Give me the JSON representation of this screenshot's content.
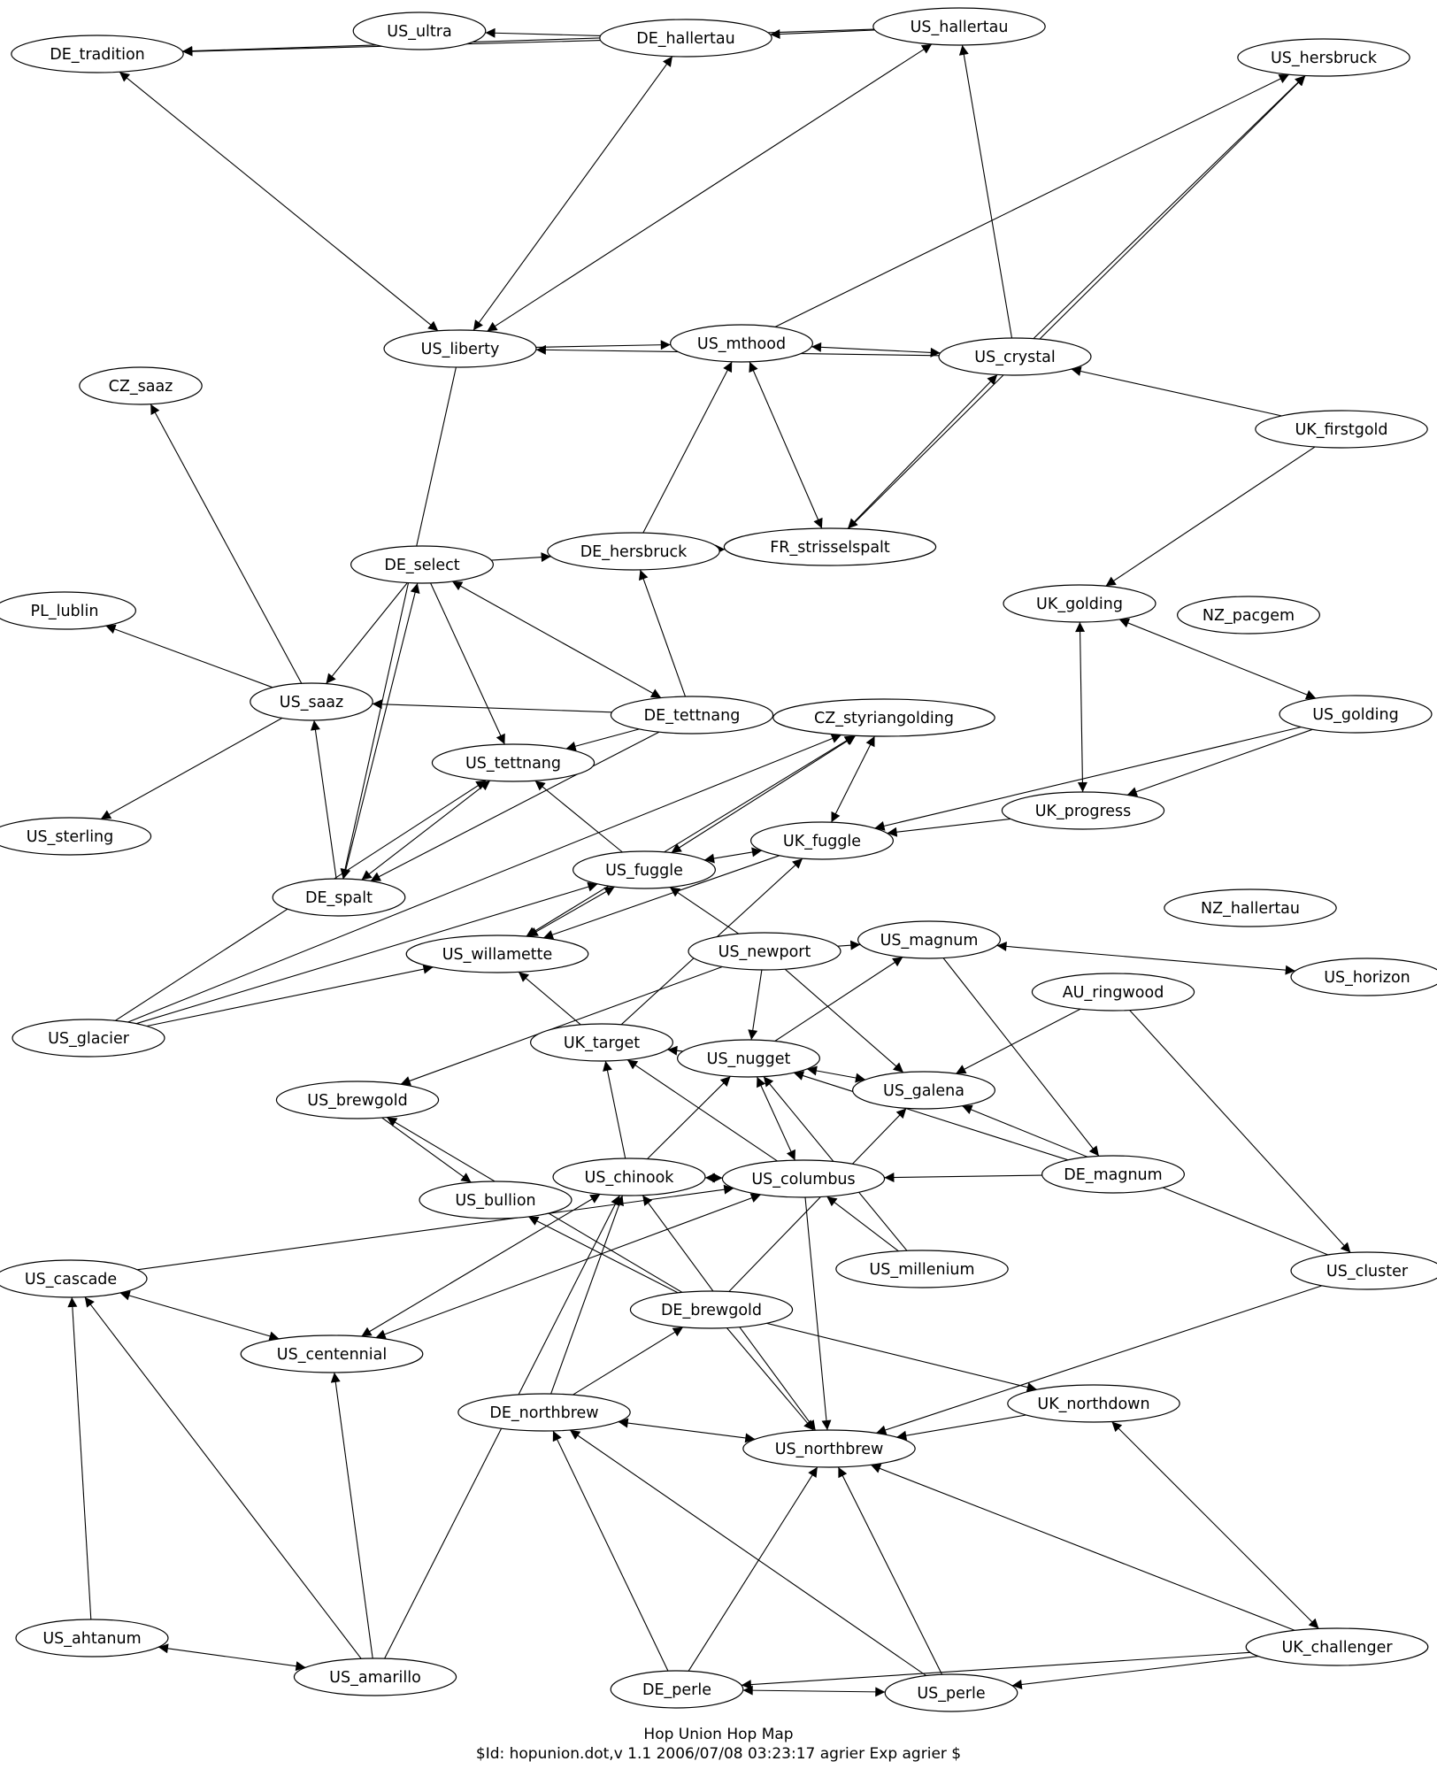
{
  "diagram": {
    "title": "Hop Union Hop Map",
    "subtitle": "$Id: hopunion.dot,v 1.1 2006/07/08 03:23:17 agrier Exp agrier $",
    "nodes": [
      {
        "id": "US_ultra",
        "label": "US_ultra"
      },
      {
        "id": "DE_hallertau",
        "label": "DE_hallertau"
      },
      {
        "id": "US_hallertau",
        "label": "US_hallertau"
      },
      {
        "id": "DE_tradition",
        "label": "DE_tradition"
      },
      {
        "id": "US_hersbruck",
        "label": "US_hersbruck"
      },
      {
        "id": "US_liberty",
        "label": "US_liberty"
      },
      {
        "id": "US_mthood",
        "label": "US_mthood"
      },
      {
        "id": "US_crystal",
        "label": "US_crystal"
      },
      {
        "id": "CZ_saaz",
        "label": "CZ_saaz"
      },
      {
        "id": "UK_firstgold",
        "label": "UK_firstgold"
      },
      {
        "id": "DE_select",
        "label": "DE_select"
      },
      {
        "id": "DE_hersbruck",
        "label": "DE_hersbruck"
      },
      {
        "id": "FR_strisselspalt",
        "label": "FR_strisselspalt"
      },
      {
        "id": "PL_lublin",
        "label": "PL_lublin"
      },
      {
        "id": "UK_golding",
        "label": "UK_golding"
      },
      {
        "id": "NZ_pacgem",
        "label": "NZ_pacgem"
      },
      {
        "id": "US_saaz",
        "label": "US_saaz"
      },
      {
        "id": "DE_tettnang",
        "label": "DE_tettnang"
      },
      {
        "id": "CZ_styriangolding",
        "label": "CZ_styriangolding"
      },
      {
        "id": "US_golding",
        "label": "US_golding"
      },
      {
        "id": "US_tettnang",
        "label": "US_tettnang"
      },
      {
        "id": "US_sterling",
        "label": "US_sterling"
      },
      {
        "id": "UK_progress",
        "label": "UK_progress"
      },
      {
        "id": "UK_fuggle",
        "label": "UK_fuggle"
      },
      {
        "id": "US_fuggle",
        "label": "US_fuggle"
      },
      {
        "id": "DE_spalt",
        "label": "DE_spalt"
      },
      {
        "id": "NZ_hallertau",
        "label": "NZ_hallertau"
      },
      {
        "id": "US_magnum",
        "label": "US_magnum"
      },
      {
        "id": "US_newport",
        "label": "US_newport"
      },
      {
        "id": "US_willamette",
        "label": "US_willamette"
      },
      {
        "id": "US_horizon",
        "label": "US_horizon"
      },
      {
        "id": "AU_ringwood",
        "label": "AU_ringwood"
      },
      {
        "id": "US_glacier",
        "label": "US_glacier"
      },
      {
        "id": "UK_target",
        "label": "UK_target"
      },
      {
        "id": "US_nugget",
        "label": "US_nugget"
      },
      {
        "id": "US_galena",
        "label": "US_galena"
      },
      {
        "id": "US_brewgold",
        "label": "US_brewgold"
      },
      {
        "id": "US_chinook",
        "label": "US_chinook"
      },
      {
        "id": "US_columbus",
        "label": "US_columbus"
      },
      {
        "id": "DE_magnum",
        "label": "DE_magnum"
      },
      {
        "id": "US_bullion",
        "label": "US_bullion"
      },
      {
        "id": "US_millenium",
        "label": "US_millenium"
      },
      {
        "id": "US_cascade",
        "label": "US_cascade"
      },
      {
        "id": "US_cluster",
        "label": "US_cluster"
      },
      {
        "id": "DE_brewgold",
        "label": "DE_brewgold"
      },
      {
        "id": "US_centennial",
        "label": "US_centennial"
      },
      {
        "id": "UK_northdown",
        "label": "UK_northdown"
      },
      {
        "id": "DE_northbrew",
        "label": "DE_northbrew"
      },
      {
        "id": "US_northbrew",
        "label": "US_northbrew"
      },
      {
        "id": "US_ahtanum",
        "label": "US_ahtanum"
      },
      {
        "id": "UK_challenger",
        "label": "UK_challenger"
      },
      {
        "id": "US_amarillo",
        "label": "US_amarillo"
      },
      {
        "id": "DE_perle",
        "label": "DE_perle"
      },
      {
        "id": "US_perle",
        "label": "US_perle"
      }
    ],
    "edges": [
      {
        "from": "DE_hallertau",
        "to": "US_ultra"
      },
      {
        "from": "DE_hallertau",
        "to": "DE_tradition"
      },
      {
        "from": "US_hallertau",
        "to": "DE_hallertau"
      },
      {
        "from": "US_hallertau",
        "to": "DE_tradition"
      },
      {
        "from": "DE_tradition",
        "to": "US_liberty",
        "bidirectional": true
      },
      {
        "from": "DE_hallertau",
        "to": "US_liberty",
        "bidirectional": true
      },
      {
        "from": "US_hallertau",
        "to": "US_liberty",
        "bidirectional": true
      },
      {
        "from": "US_liberty",
        "to": "US_mthood"
      },
      {
        "from": "US_crystal",
        "to": "US_liberty"
      },
      {
        "from": "US_mthood",
        "to": "US_crystal",
        "bidirectional": true
      },
      {
        "from": "US_mthood",
        "to": "US_hersbruck"
      },
      {
        "from": "US_crystal",
        "to": "US_hallertau"
      },
      {
        "from": "US_crystal",
        "to": "US_hersbruck"
      },
      {
        "from": "FR_strisselspalt",
        "to": "US_hersbruck"
      },
      {
        "from": "UK_firstgold",
        "to": "US_crystal"
      },
      {
        "from": "UK_firstgold",
        "to": "UK_golding"
      },
      {
        "from": "US_mthood",
        "to": "FR_strisselspalt",
        "bidirectional": true
      },
      {
        "from": "US_crystal",
        "to": "FR_strisselspalt",
        "bidirectional": true
      },
      {
        "from": "DE_hersbruck",
        "to": "US_mthood"
      },
      {
        "from": "DE_hersbruck",
        "to": "FR_strisselspalt"
      },
      {
        "from": "DE_select",
        "to": "DE_hersbruck"
      },
      {
        "from": "DE_tettnang",
        "to": "DE_hersbruck"
      },
      {
        "from": "DE_select",
        "to": "DE_tettnang",
        "bidirectional": true
      },
      {
        "from": "DE_select",
        "to": "US_saaz"
      },
      {
        "from": "DE_select",
        "to": "US_tettnang"
      },
      {
        "from": "US_liberty",
        "to": "DE_spalt"
      },
      {
        "from": "DE_spalt",
        "to": "DE_select",
        "bidirectional": true
      },
      {
        "from": "US_saaz",
        "to": "CZ_saaz"
      },
      {
        "from": "US_saaz",
        "to": "PL_lublin"
      },
      {
        "from": "US_saaz",
        "to": "US_sterling"
      },
      {
        "from": "DE_spalt",
        "to": "US_saaz"
      },
      {
        "from": "DE_tettnang",
        "to": "US_saaz"
      },
      {
        "from": "DE_tettnang",
        "to": "US_tettnang"
      },
      {
        "from": "DE_tettnang",
        "to": "DE_spalt"
      },
      {
        "from": "US_tettnang",
        "to": "DE_spalt",
        "bidirectional": true
      },
      {
        "from": "US_fuggle",
        "to": "US_tettnang"
      },
      {
        "from": "UK_golding",
        "to": "US_golding",
        "bidirectional": true
      },
      {
        "from": "UK_golding",
        "to": "UK_progress",
        "bidirectional": true
      },
      {
        "from": "US_golding",
        "to": "UK_progress"
      },
      {
        "from": "US_golding",
        "to": "UK_fuggle"
      },
      {
        "from": "UK_progress",
        "to": "UK_fuggle"
      },
      {
        "from": "CZ_styriangolding",
        "to": "UK_fuggle",
        "bidirectional": true
      },
      {
        "from": "CZ_styriangolding",
        "to": "US_fuggle",
        "bidirectional": true
      },
      {
        "from": "CZ_styriangolding",
        "to": "US_willamette",
        "bidirectional": true
      },
      {
        "from": "UK_fuggle",
        "to": "US_fuggle",
        "bidirectional": true
      },
      {
        "from": "US_fuggle",
        "to": "US_willamette",
        "bidirectional": true
      },
      {
        "from": "UK_fuggle",
        "to": "US_willamette"
      },
      {
        "from": "US_newport",
        "to": "US_fuggle"
      },
      {
        "from": "US_newport",
        "to": "US_magnum"
      },
      {
        "from": "US_magnum",
        "to": "US_horizon",
        "bidirectional": true
      },
      {
        "from": "US_glacier",
        "to": "US_tettnang"
      },
      {
        "from": "US_glacier",
        "to": "US_fuggle"
      },
      {
        "from": "US_glacier",
        "to": "US_willamette"
      },
      {
        "from": "US_glacier",
        "to": "CZ_styriangolding"
      },
      {
        "from": "UK_target",
        "to": "US_willamette"
      },
      {
        "from": "UK_target",
        "to": "UK_fuggle"
      },
      {
        "from": "US_nugget",
        "to": "UK_target"
      },
      {
        "from": "US_newport",
        "to": "US_nugget"
      },
      {
        "from": "US_newport",
        "to": "US_galena"
      },
      {
        "from": "US_newport",
        "to": "US_brewgold"
      },
      {
        "from": "US_nugget",
        "to": "US_magnum"
      },
      {
        "from": "US_nugget",
        "to": "US_galena",
        "bidirectional": true
      },
      {
        "from": "AU_ringwood",
        "to": "US_galena"
      },
      {
        "from": "AU_ringwood",
        "to": "US_cluster"
      },
      {
        "from": "US_magnum",
        "to": "DE_magnum"
      },
      {
        "from": "DE_magnum",
        "to": "US_nugget"
      },
      {
        "from": "DE_magnum",
        "to": "US_columbus"
      },
      {
        "from": "US_nugget",
        "to": "US_columbus",
        "bidirectional": true
      },
      {
        "from": "US_chinook",
        "to": "UK_target"
      },
      {
        "from": "US_chinook",
        "to": "US_nugget"
      },
      {
        "from": "US_columbus",
        "to": "UK_target"
      },
      {
        "from": "US_chinook",
        "to": "US_columbus",
        "bidirectional": true
      },
      {
        "from": "US_brewgold",
        "to": "US_bullion"
      },
      {
        "from": "DE_brewgold",
        "to": "US_brewgold"
      },
      {
        "from": "DE_brewgold",
        "to": "US_bullion"
      },
      {
        "from": "DE_brewgold",
        "to": "US_galena"
      },
      {
        "from": "US_millenium",
        "to": "US_columbus"
      },
      {
        "from": "US_millenium",
        "to": "US_nugget"
      },
      {
        "from": "US_cluster",
        "to": "US_galena"
      },
      {
        "from": "US_cascade",
        "to": "US_columbus"
      },
      {
        "from": "US_cascade",
        "to": "US_centennial",
        "bidirectional": true
      },
      {
        "from": "US_chinook",
        "to": "US_centennial",
        "bidirectional": true
      },
      {
        "from": "US_columbus",
        "to": "US_centennial",
        "bidirectional": true
      },
      {
        "from": "US_chinook",
        "to": "US_northbrew",
        "bidirectional": true
      },
      {
        "from": "US_columbus",
        "to": "US_northbrew"
      },
      {
        "from": "DE_brewgold",
        "to": "US_northbrew"
      },
      {
        "from": "DE_brewgold",
        "to": "UK_northdown"
      },
      {
        "from": "DE_northbrew",
        "to": "DE_brewgold"
      },
      {
        "from": "DE_northbrew",
        "to": "US_chinook"
      },
      {
        "from": "DE_northbrew",
        "to": "US_northbrew",
        "bidirectional": true
      },
      {
        "from": "UK_northdown",
        "to": "US_northbrew"
      },
      {
        "from": "US_cluster",
        "to": "US_northbrew"
      },
      {
        "from": "UK_northdown",
        "to": "UK_challenger",
        "bidirectional": true
      },
      {
        "from": "UK_challenger",
        "to": "US_northbrew"
      },
      {
        "from": "UK_challenger",
        "to": "DE_perle"
      },
      {
        "from": "UK_challenger",
        "to": "US_perle"
      },
      {
        "from": "US_ahtanum",
        "to": "US_cascade"
      },
      {
        "from": "US_ahtanum",
        "to": "US_amarillo",
        "bidirectional": true
      },
      {
        "from": "US_amarillo",
        "to": "US_cascade"
      },
      {
        "from": "US_amarillo",
        "to": "US_centennial"
      },
      {
        "from": "US_amarillo",
        "to": "US_chinook"
      },
      {
        "from": "DE_perle",
        "to": "DE_northbrew"
      },
      {
        "from": "DE_perle",
        "to": "US_northbrew"
      },
      {
        "from": "US_perle",
        "to": "DE_northbrew"
      },
      {
        "from": "US_perle",
        "to": "US_northbrew"
      },
      {
        "from": "DE_perle",
        "to": "US_perle",
        "bidirectional": true
      }
    ]
  }
}
